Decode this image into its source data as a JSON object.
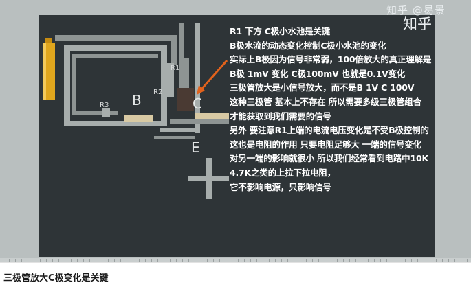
{
  "watermark": {
    "top": "知乎 @曷景",
    "logo": "知乎"
  },
  "notes": [
    "R1 下方 C极小水池是关键",
    "B极水流的动态变化控制C极小水池的变化",
    "实际上B极因为信号非常弱，100倍放大的真正理解是",
    "B极 1mV 变化 C极100mV 也就是0.1V变化",
    "三极管放大是小信号放大，而不是B 1V C 100V",
    "这种三极管 基本上不存在 所以需要多级三极管组合",
    "才能获取到我们需要的信号",
    "另外 要注意R1上端的电流电压变化是不受B极控制的",
    "这也是电阻的作用 只要电阻足够大 一端的信号变化",
    "对另一端的影响就很小 所以我们经常看到电路中10K",
    "4.7K之类的上拉下拉电阻，",
    "它不影响电源，只影响信号"
  ],
  "diagram_labels": {
    "r1": "R1",
    "r2": "R2",
    "r3": "R3",
    "b": "B",
    "c": "C",
    "e": "E"
  },
  "colors": {
    "frame": "#b9bfbf",
    "board": "#2e3437",
    "pipe": "#8e9493",
    "pipe_light": "#a7adac",
    "tank": "#d8c9a3",
    "cell": "#4a3a33",
    "arrow": "#e2621c",
    "battery": "#e0a61d"
  },
  "caption": "三极管放大C极变化是关键"
}
